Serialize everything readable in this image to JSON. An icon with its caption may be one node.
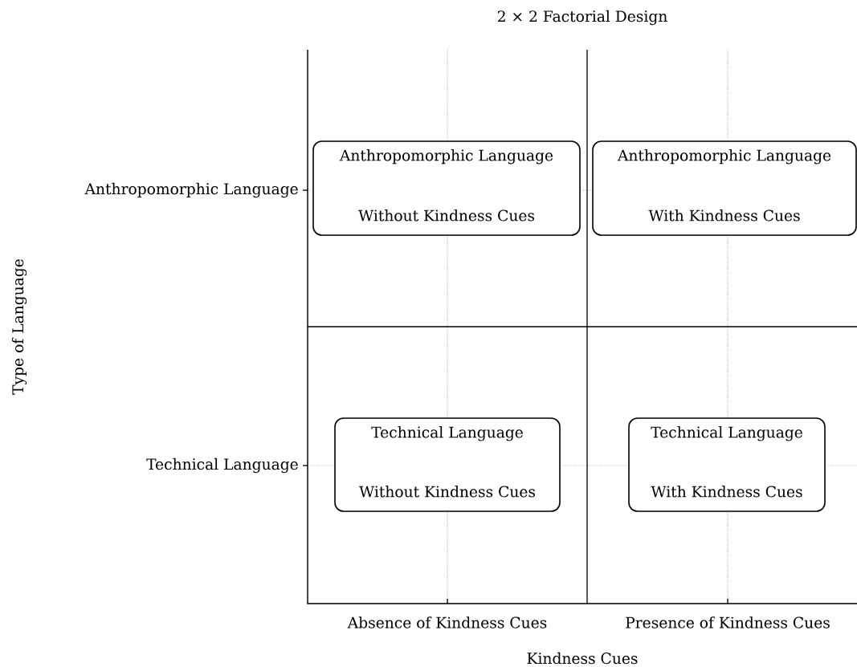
{
  "diagram": {
    "title": "2 × 2 Factorial Design",
    "nodes": [
      {
        "text": [
          "Anthropomorphic Language",
          "Without Kindness Cues"
        ]
      },
      {
        "text": [
          "Anthropomorphic Language",
          "With Kindness Cues"
        ]
      },
      {
        "text": [
          "Technical Language",
          "Without Kindness Cues"
        ]
      },
      {
        "text": [
          "Technical Language",
          "With Kindness Cues"
        ]
      }
    ],
    "labels": [
      "Anthropomorphic Language",
      "Technical Language",
      "Type of Language",
      "Absence of Kindness Cues",
      "Presence of Kindness Cues",
      "Kindness Cues"
    ]
  }
}
